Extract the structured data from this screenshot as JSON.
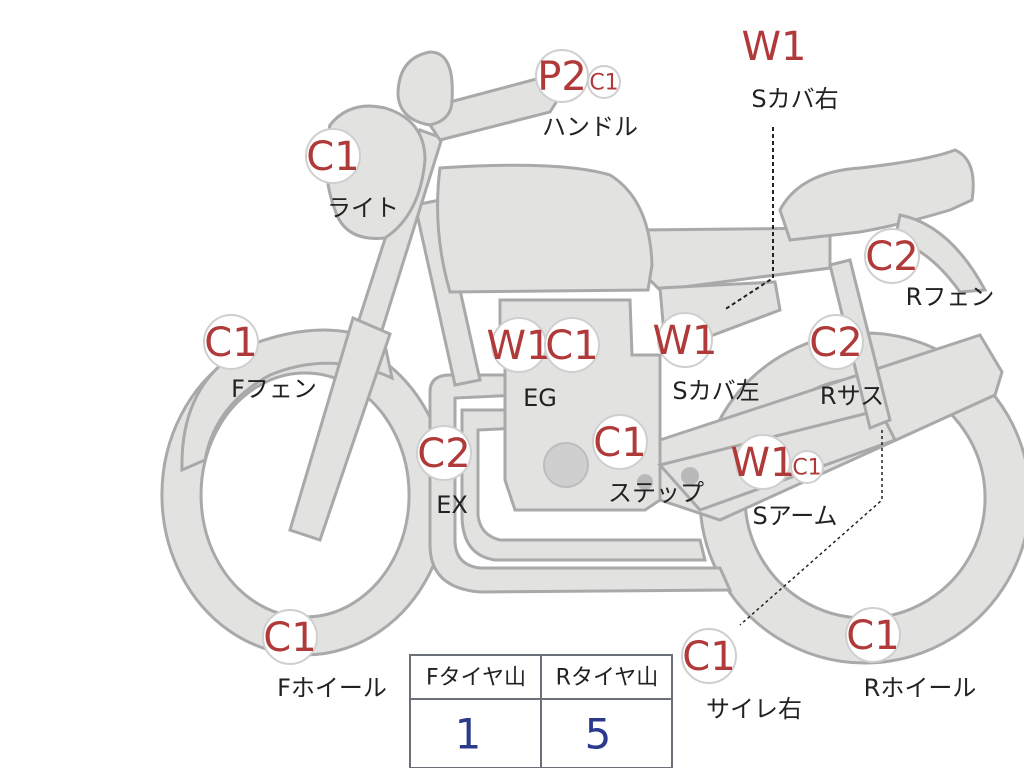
{
  "colors": {
    "grade": "#b03a3a",
    "value": "#2b3a8c",
    "body": "#e2e2e0",
    "outline": "#a9a9a9"
  },
  "marks": {
    "handle": {
      "grade": "P2",
      "sub": "C1",
      "label": "ハンドル"
    },
    "s_cover_right": {
      "grade": "W1",
      "label": "Sカバ右"
    },
    "light": {
      "grade": "C1",
      "label": "ライト"
    },
    "r_fender": {
      "grade": "C2",
      "label": "Rフェン"
    },
    "f_fender": {
      "grade": "C1",
      "label": "Fフェン"
    },
    "engine": {
      "grade": "W1",
      "sub": "C1",
      "label": "EG"
    },
    "s_cover_left": {
      "grade": "W1",
      "label": "Sカバ左"
    },
    "r_suspension": {
      "grade": "C2",
      "label": "Rサス"
    },
    "exhaust": {
      "grade": "C2",
      "label": "EX"
    },
    "step": {
      "grade": "C1",
      "label": "ステップ"
    },
    "swing_arm": {
      "grade": "W1",
      "sub": "C1",
      "label": "Sアーム"
    },
    "f_wheel": {
      "grade": "C1",
      "label": "Fホイール"
    },
    "silencer_right": {
      "grade": "C1",
      "label": "サイレ右"
    },
    "r_wheel": {
      "grade": "C1",
      "label": "Rホイール"
    }
  },
  "tire_table": {
    "headers": [
      "Fタイヤ山",
      "Rタイヤ山"
    ],
    "values": [
      "1",
      "5"
    ]
  }
}
